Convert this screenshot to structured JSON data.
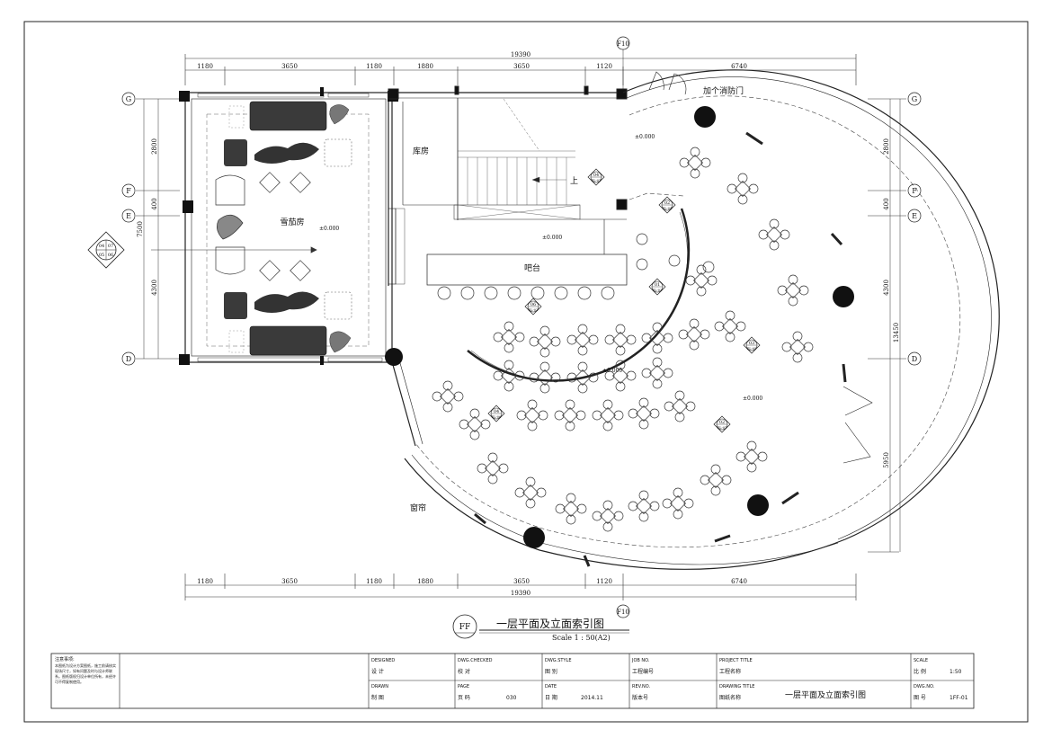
{
  "grid_labels": {
    "left": [
      "G",
      "F",
      "E",
      "D"
    ],
    "right": [
      "G",
      "F",
      "E",
      "D"
    ],
    "top": "F10",
    "bottom": "F10"
  },
  "dimensions": {
    "top_total": "19390",
    "top_segments": [
      "1180",
      "3650",
      "1180",
      "1880",
      "3650",
      "1120",
      "6740"
    ],
    "bottom_total": "19390",
    "bottom_segments": [
      "1180",
      "3650",
      "1180",
      "1880",
      "3650",
      "1120",
      "6740"
    ],
    "left_segments": [
      "2800",
      "400",
      "4300"
    ],
    "left_total": "7500",
    "right_segments": [
      "2800",
      "400",
      "4300",
      "5950"
    ],
    "right_total": "13450"
  },
  "room_labels": {
    "cigar_room": "雪茄房",
    "storage": "库房",
    "bar": "吧台",
    "curtain": "窗帘",
    "fire_door": "加个消防门",
    "stairs_up": "上"
  },
  "levels": [
    "±0.000",
    "±0.000",
    "±0.000",
    "±0.000",
    "±0.000"
  ],
  "index_marks": [
    {
      "num": "04",
      "sheet": "EL-01"
    },
    {
      "num": "06",
      "sheet": "EL-02"
    },
    {
      "num": "01",
      "sheet": "EL-03"
    },
    {
      "num": "02",
      "sheet": "EL-04"
    },
    {
      "num": "03",
      "sheet": "EL-05"
    },
    {
      "num": "04",
      "sheet": "EL-06"
    },
    {
      "num": "02",
      "sheet": "EL-07"
    },
    {
      "num": "02",
      "sheet": "EL-08"
    },
    {
      "num": "02",
      "sheet": "EL-09"
    }
  ],
  "compound_index": {
    "nums": [
      "04",
      "07",
      "05",
      "06"
    ]
  },
  "drawing_title": {
    "symbol": "FF",
    "title": "一层平面及立面索引图",
    "scale": "Scale 1 : 50(A2)"
  },
  "title_block": {
    "notes_title": "注意事项:",
    "notes_body": "本图纸为设计方案图纸，施工前请核实现场尺寸，如有问题及时与设计师联系。图纸版权归设计单位所有，未经许可不得复制使用。",
    "designed_label": "DESIGNED",
    "designed_cn": "设 计",
    "drawn_label": "DRAWN",
    "drawn_cn": "制 图",
    "checked_label": "DWG.CHECKED",
    "checked_cn": "校 对",
    "page_label": "PAGE",
    "page_cn": "页 码",
    "page_value": "030",
    "style_label": "DWG.STYLE",
    "style_cn": "图 别",
    "date_label": "DATE",
    "date_cn": "日 期",
    "date_value": "2014.11",
    "job_label": "JOB NO.",
    "job_cn": "工程编号",
    "rev_label": "REV.NO.",
    "rev_cn": "版本号",
    "project_label": "PROJECT TITLE",
    "project_cn": "工程名称",
    "drawing_label": "DRAWING TITLE",
    "drawing_cn": "图纸名称",
    "drawing_value": "一层平面及立面索引图",
    "scale_label": "SCALE",
    "scale_cn": "比 例",
    "scale_value": "1:50",
    "dwgno_label": "DWG.NO.",
    "dwgno_cn": "图 号",
    "dwgno_value": "1FF-01"
  }
}
